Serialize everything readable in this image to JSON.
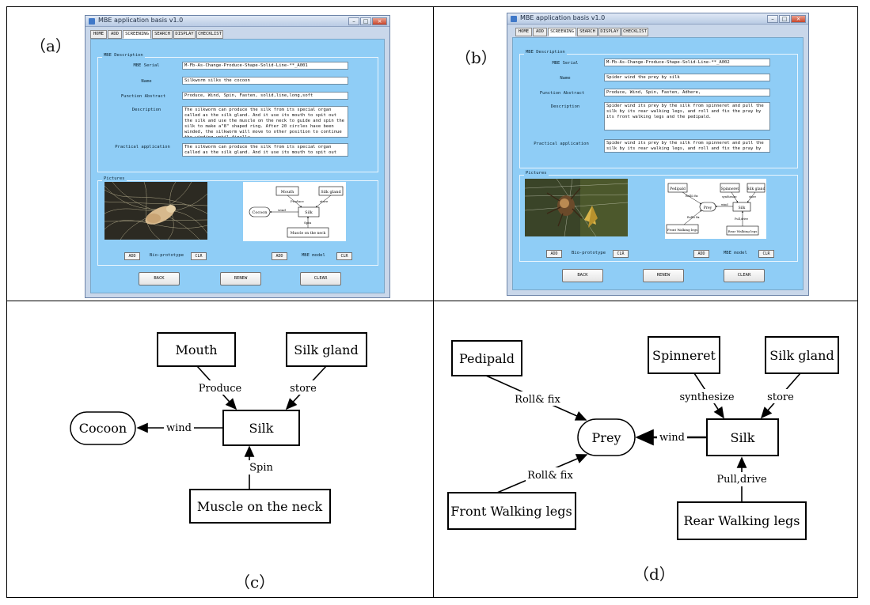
{
  "labels": {
    "a": "（a）",
    "b": "（b）",
    "c": "（c）",
    "d": "（d）"
  },
  "app": {
    "title": "MBE application basis v1.0",
    "tabs": [
      "HOME",
      "ADD",
      "SCREENING",
      "SEARCH",
      "DISPLAY",
      "CHECKLIST"
    ],
    "active_tab": "SCREENING",
    "group_description": "MBE Description",
    "group_pictures": "Pictures",
    "field_labels": {
      "serial": "MBE Serial",
      "name": "Name",
      "function_abstract": "Function Abstract",
      "description": "Description",
      "practical_application": "Practical application"
    },
    "buttons": {
      "add": "ADD",
      "clr": "CLR",
      "back": "BACK",
      "renew": "RENEW",
      "clear": "CLEAR"
    },
    "bio_prototype": "Bio-prototype",
    "mbe_model": "MBE model"
  },
  "window_a": {
    "serial": "M-Fb-As-Change-Produce-Shape-Solid-Line-**_A001",
    "name": "Silkworm silks the cocoon",
    "function_abstract": "Produce, Wind, Spin, Fasten, solid,line,long,soft",
    "description": "The silkworm can produce the silk from its special organ called as the silk gland. And it use its mouth to spit out the silk and use the muscle on the neck to guide and spin the silk to make a\"8\" shaped ring. After 20 circles have been winded, the silkworm will move to other position to continue the winding until finally",
    "practical_application": "The silkworm can produce the silk from its special organ called as the silk gland. And it use its mouth to spit out the silk and",
    "mini_diagram": {
      "mouth": "Mouth",
      "silk_gland": "Silk gland",
      "silk": "Silk",
      "cocoon": "Cocoon",
      "muscle": "Muscle on the neck",
      "produce": "Produce",
      "store": "store",
      "wind": "wind",
      "spin": "Spin"
    }
  },
  "window_b": {
    "serial": "M-Fb-As-Change-Produce-Shape-Solid-Line-**_A002",
    "name": "Spider wind the prey by silk",
    "function_abstract": "Produce, Wind, Spin, Fasten, Adhere, solid,line,long,soft,block",
    "description": "Spider wind its prey by the silk from spinneret and pull the silk by its rear walking legs, and roll and fix the pray by its front walking legs and the pedipald.",
    "practical_application": "Spider wind its prey by the silk from spinneret and pull the silk by its rear walking legs, and roll and fix the pray by its front",
    "mini_diagram": {
      "pedipald": "Pedipald",
      "spinneret": "Spinneret",
      "silk_gland": "Silk gland",
      "prey": "Prey",
      "silk": "Silk",
      "front": "Front Walking legs",
      "rear": "Rear Walking legs",
      "roll_fix_top": "Roll& fix",
      "roll_fix_bottom": "Roll& fix",
      "synthesize": "synthesize",
      "store": "store",
      "wind": "wind",
      "pull_drive": "Pull,drive"
    }
  },
  "diagram_c": {
    "mouth": "Mouth",
    "silk_gland": "Silk gland",
    "silk": "Silk",
    "cocoon": "Cocoon",
    "muscle": "Muscle on the neck",
    "produce": "Produce",
    "store": "store",
    "wind": "wind",
    "spin": "Spin"
  },
  "diagram_d": {
    "pedipald": "Pedipald",
    "spinneret": "Spinneret",
    "silk_gland": "Silk gland",
    "prey": "Prey",
    "silk": "Silk",
    "front": "Front Walking legs",
    "rear": "Rear Walking legs",
    "roll_fix_top": "Roll& fix",
    "roll_fix_bottom": "Roll& fix",
    "synthesize": "synthesize",
    "store": "store",
    "wind": "wind",
    "pull_drive": "Pull,drive"
  }
}
